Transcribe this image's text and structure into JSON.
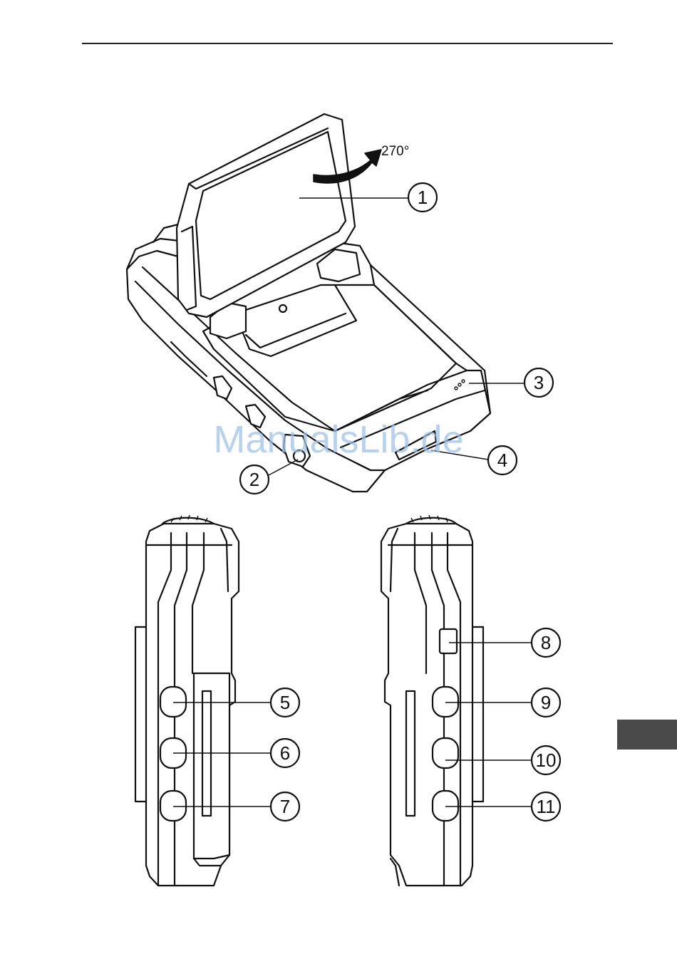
{
  "rotation_label": "270°",
  "watermark": "ManualsLib.de",
  "callouts": [
    "1",
    "2",
    "3",
    "4",
    "5",
    "6",
    "7",
    "8",
    "9",
    "10",
    "11"
  ]
}
